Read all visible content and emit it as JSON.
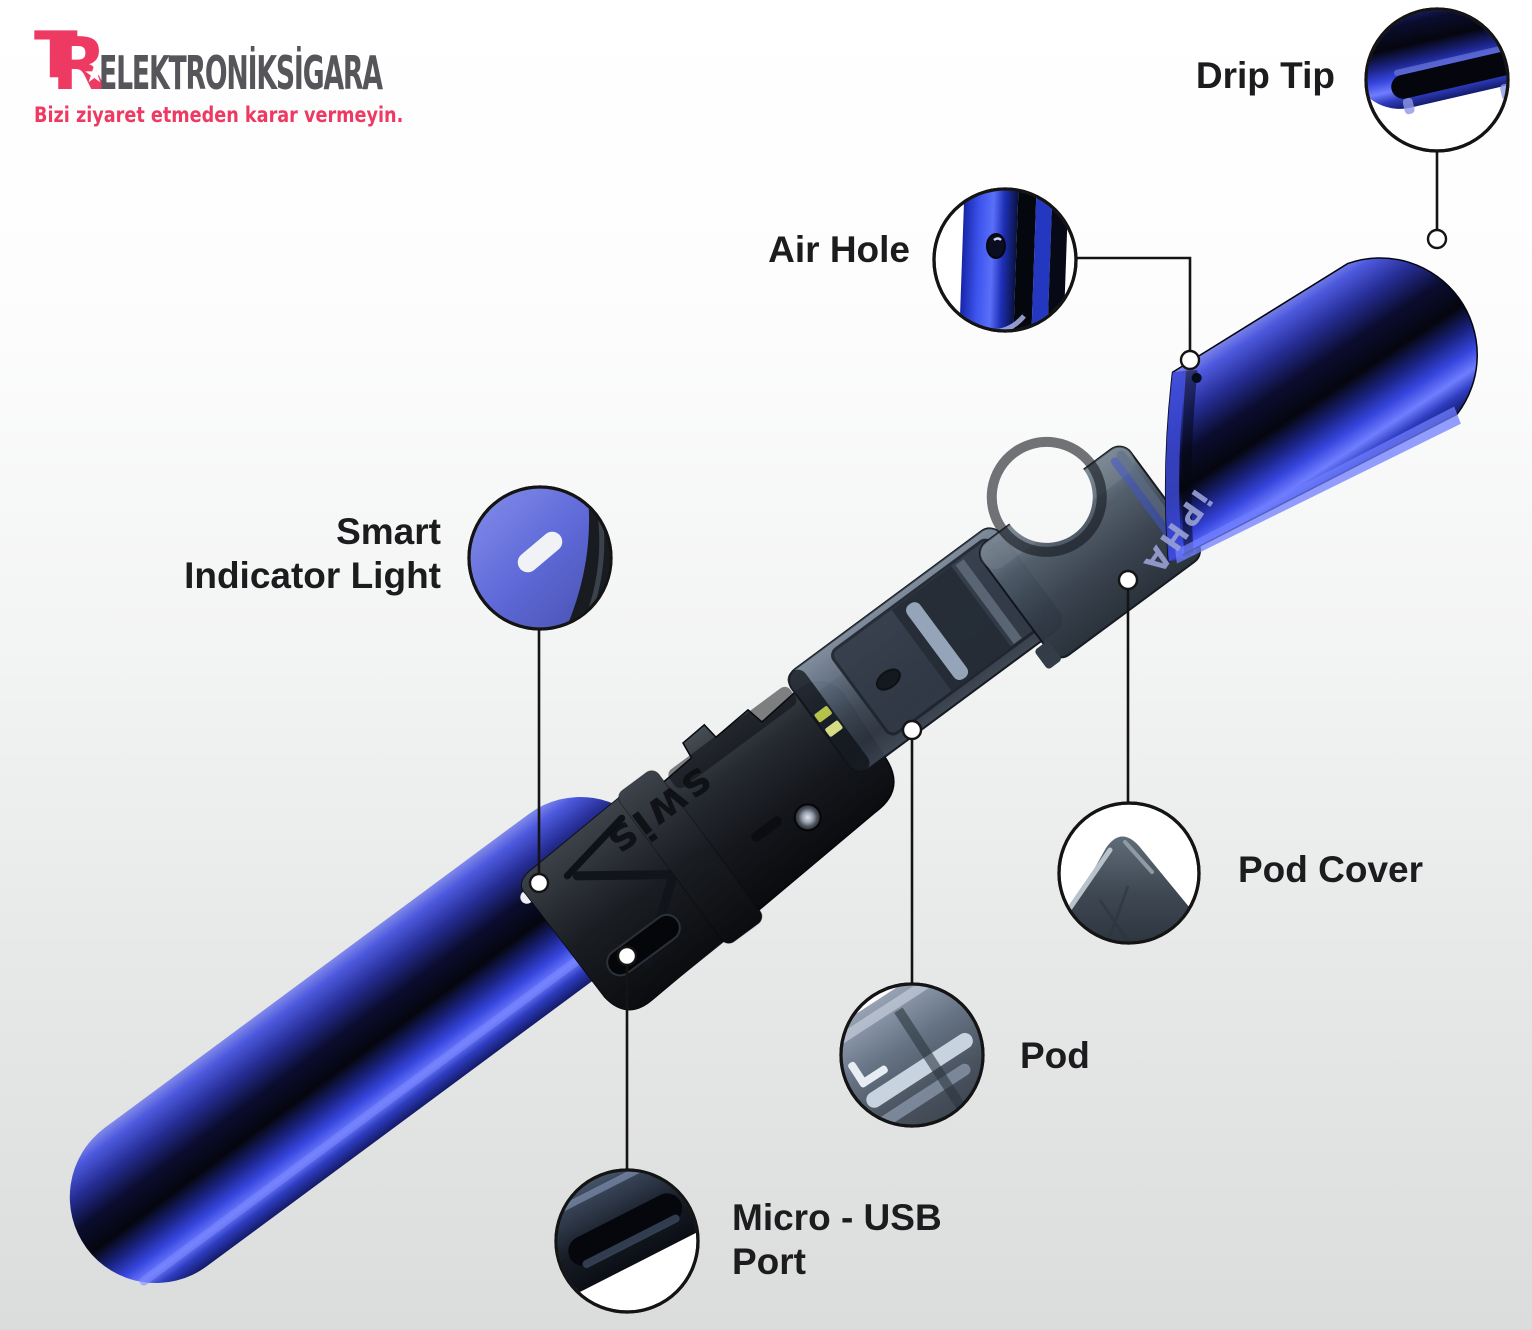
{
  "logo": {
    "mono_t": "T",
    "mono_r": "R",
    "name": "ELEKTRONİKSİGARA",
    "tagline": "Bizi ziyaret etmeden karar vermeyin.",
    "pink": "#ee3a63",
    "gray": "#55555a"
  },
  "device": {
    "cap_brand": "iPHA",
    "body_brand": "swis",
    "blue": "#2433c8",
    "accent_blue": "#6f7eff"
  },
  "callouts": {
    "drip_tip": {
      "label": "Drip Tip"
    },
    "air_hole": {
      "label": "Air Hole"
    },
    "smart_indicator": {
      "line1": "Smart",
      "line2": "Indicator Light"
    },
    "pod_cover": {
      "label": "Pod Cover"
    },
    "pod": {
      "label": "Pod"
    },
    "micro_usb": {
      "line1": "Micro - USB",
      "line2": "Port"
    }
  },
  "style": {
    "label_color": "#1c1c1e",
    "line_color": "#141414",
    "background_top": "#ffffff",
    "background_bottom": "#dbdcdc"
  }
}
